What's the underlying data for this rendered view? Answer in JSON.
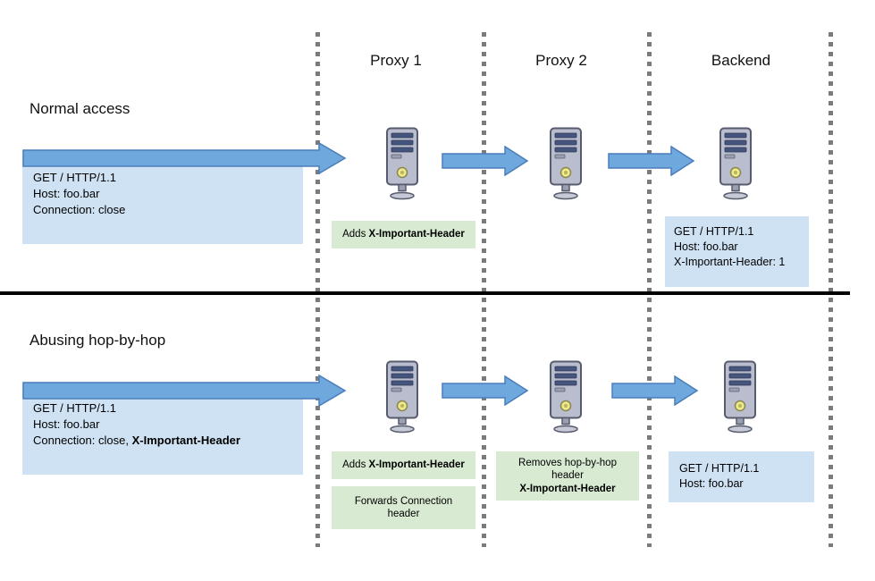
{
  "columns": [
    {
      "label": "Proxy 1"
    },
    {
      "label": "Proxy 2"
    },
    {
      "label": "Backend"
    }
  ],
  "normal": {
    "title": "Normal access",
    "request": {
      "line1": "GET / HTTP/1.1",
      "line2": "Host: foo.bar",
      "line3": "Connection: close"
    },
    "proxy1_note": {
      "prefix": "Adds ",
      "bold": "X-Important-Header"
    },
    "backend_request": {
      "line1": "GET / HTTP/1.1",
      "line2": "Host: foo.bar",
      "line3": "X-Important-Header: 1"
    }
  },
  "abuse": {
    "title": "Abusing hop-by-hop",
    "request": {
      "line1": "GET / HTTP/1.1",
      "line2": "Host: foo.bar",
      "line3_prefix": "Connection: close, ",
      "line3_bold": "X-Important-Header"
    },
    "proxy1_note1": {
      "prefix": "Adds ",
      "bold": "X-Important-Header"
    },
    "proxy1_note2": "Forwards Connection header",
    "proxy2_note": {
      "line1": "Removes hop-by-hop header",
      "line2_bold": "X-Important-Header"
    },
    "backend_request": {
      "line1": "GET / HTTP/1.1",
      "line2": "Host: foo.bar"
    }
  },
  "colors": {
    "request_box": "#cfe2f3",
    "note_box": "#d9ead3",
    "arrow_fill": "#6fa8dc",
    "arrow_stroke": "#4a7ebb",
    "divider": "#7b7b7b"
  }
}
